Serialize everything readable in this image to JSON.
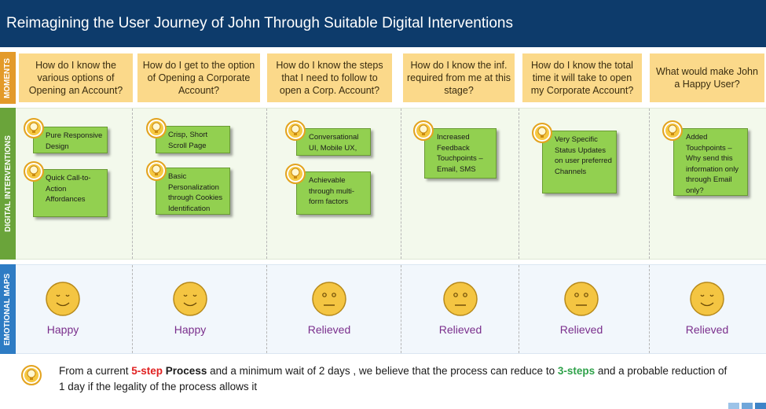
{
  "title": "Reimagining the User Journey of John Through Suitable Digital Interventions",
  "side_labels": {
    "moments": "MOMENTS",
    "digital": "DIGITAL INTERVENTIONS",
    "emotional": "EMOTIONAL MAPS"
  },
  "moments": [
    "How do I know the various options of Opening an Account?",
    "How do I get to the option of Opening a Corporate Account?",
    "How do I know the steps that I need to follow to open a Corp. Account?",
    "How do I know the inf. required from me at this stage?",
    "How do I know the total time it will take to open my Corporate Account?",
    "What would make John a Happy User?"
  ],
  "interventions": [
    [
      "Pure Responsive Design",
      "Quick Call-to-Action Affordances"
    ],
    [
      "Crisp, Short Scroll Page",
      "Basic Personalization through Cookies Identification"
    ],
    [
      "Conversational UI, Mobile UX,",
      "Achievable through multi-form factors"
    ],
    [
      "Increased Feedback Touchpoints – Email, SMS"
    ],
    [
      "Very Specific Status Updates on user preferred Channels"
    ],
    [
      "Added Touchpoints – Why send this information only through Email only?"
    ]
  ],
  "emotions": [
    "Happy",
    "Happy",
    "Relieved",
    "Relieved",
    "Relieved",
    "Relieved"
  ],
  "emotion_faces": [
    "smile",
    "smile",
    "neutral",
    "neutral",
    "neutral",
    "smile"
  ],
  "footer": {
    "t1": "From a current ",
    "t2": "5-step",
    "t3": " Process",
    "t4": " and a minimum wait of 2 days , we believe that the process can reduce to ",
    "t5": "3-steps",
    "t6": " and a probable reduction of 1 day if the legality of the process allows it"
  },
  "colors": {
    "title_bg": "#0d3b6b",
    "moment_card": "#fbd98a",
    "note": "#92d050",
    "face": "#f4c542",
    "emotion_text": "#7a2e8c",
    "tab_moments": "#e39a2a",
    "tab_digital": "#6aa43a",
    "tab_emotion": "#2e7cc4"
  },
  "icons": [
    "lightbulb-icon",
    "smiley-face-icon",
    "neutral-face-icon"
  ]
}
